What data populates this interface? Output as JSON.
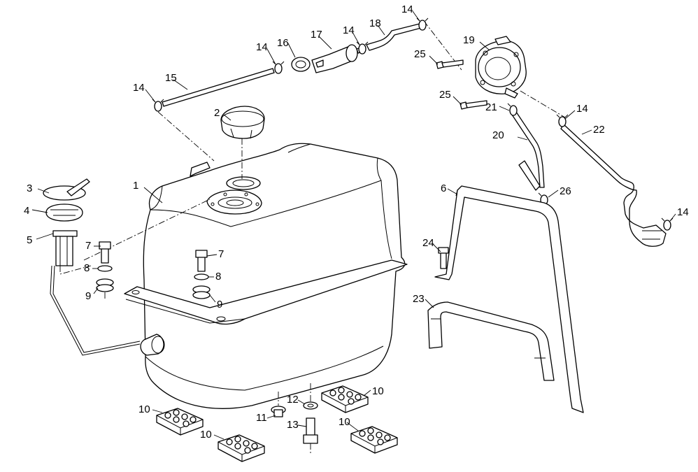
{
  "diagram": {
    "colors": {
      "line": "#000000",
      "background": "#ffffff"
    },
    "callouts": [
      {
        "id": "c1",
        "label": "1"
      },
      {
        "id": "c2",
        "label": "2"
      },
      {
        "id": "c3",
        "label": "3"
      },
      {
        "id": "c4",
        "label": "4"
      },
      {
        "id": "c5",
        "label": "5"
      },
      {
        "id": "c6",
        "label": "6"
      },
      {
        "id": "c7a",
        "label": "7"
      },
      {
        "id": "c7b",
        "label": "7"
      },
      {
        "id": "c8a",
        "label": "8"
      },
      {
        "id": "c8b",
        "label": "8"
      },
      {
        "id": "c9a",
        "label": "9"
      },
      {
        "id": "c9b",
        "label": "9"
      },
      {
        "id": "c10a",
        "label": "10"
      },
      {
        "id": "c10b",
        "label": "10"
      },
      {
        "id": "c10c",
        "label": "10"
      },
      {
        "id": "c10d",
        "label": "10"
      },
      {
        "id": "c11",
        "label": "11"
      },
      {
        "id": "c12",
        "label": "12"
      },
      {
        "id": "c13",
        "label": "13"
      },
      {
        "id": "c14a",
        "label": "14"
      },
      {
        "id": "c14b",
        "label": "14"
      },
      {
        "id": "c14c",
        "label": "14"
      },
      {
        "id": "c14d",
        "label": "14"
      },
      {
        "id": "c14e",
        "label": "14"
      },
      {
        "id": "c14f",
        "label": "14"
      },
      {
        "id": "c15",
        "label": "15"
      },
      {
        "id": "c16",
        "label": "16"
      },
      {
        "id": "c17",
        "label": "17"
      },
      {
        "id": "c18",
        "label": "18"
      },
      {
        "id": "c19",
        "label": "19"
      },
      {
        "id": "c20",
        "label": "20"
      },
      {
        "id": "c21",
        "label": "21"
      },
      {
        "id": "c22",
        "label": "22"
      },
      {
        "id": "c23",
        "label": "23"
      },
      {
        "id": "c24",
        "label": "24"
      },
      {
        "id": "c25a",
        "label": "25"
      },
      {
        "id": "c25b",
        "label": "25"
      },
      {
        "id": "c26",
        "label": "26"
      }
    ]
  }
}
